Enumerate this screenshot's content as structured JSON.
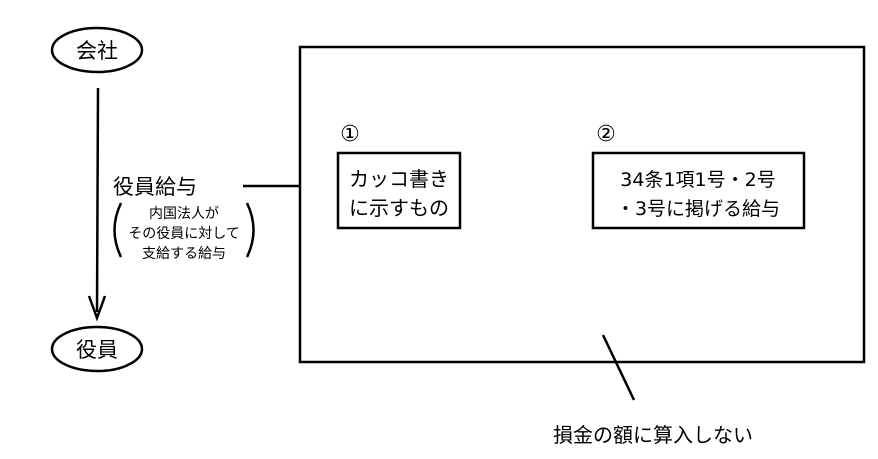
{
  "nodes": {
    "company": "会社",
    "officer": "役員"
  },
  "flow": {
    "title": "役員給与",
    "definition": [
      "内国法人が",
      "その役員に対して",
      "支給する給与"
    ]
  },
  "box": {
    "item1": {
      "number": "①",
      "lines": [
        "カッコ書き",
        "に示すもの"
      ]
    },
    "item2": {
      "number": "②",
      "lines": [
        "34条1項1号・2号",
        "・3号に掲げる給与"
      ]
    }
  },
  "conclusion": "損金の額に算入しない"
}
